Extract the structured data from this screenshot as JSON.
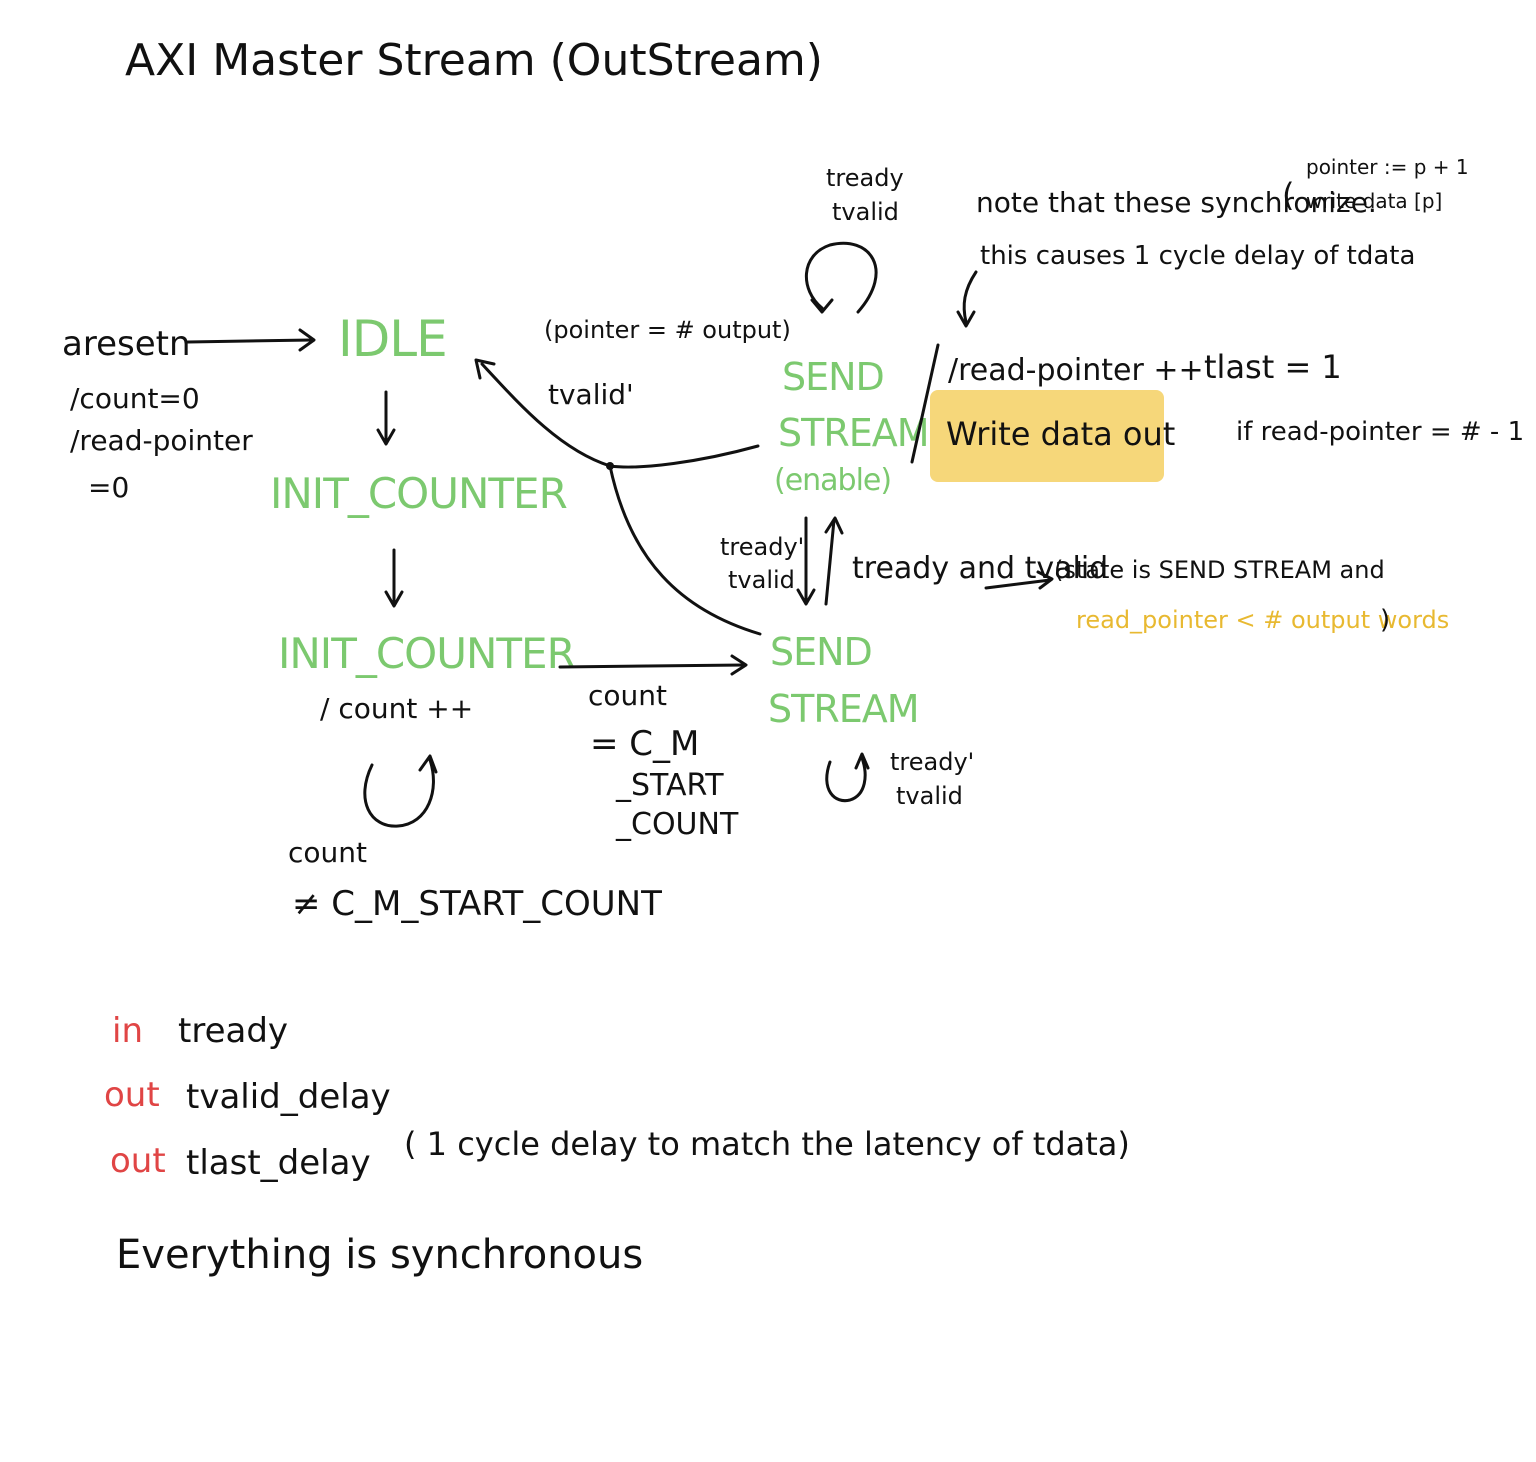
{
  "title": "AXI Master Stream (OutStream)",
  "colors": {
    "state": "#7cc96f",
    "ink": "#111111",
    "io_keyword": "#e04545",
    "condition_highlight": "#e8b931",
    "marker_highlight": "#f6d77a"
  },
  "states": {
    "idle": "IDLE",
    "init_counter_1": "INIT_COUNTER",
    "init_counter_2": "INIT_COUNTER",
    "send_stream_enable_line1": "SEND",
    "send_stream_enable_line2": "STREAM",
    "send_stream_enable_line3": "(enable)",
    "send_stream_line1": "SEND",
    "send_stream_line2": "STREAM"
  },
  "reset": {
    "signal": "aresetn",
    "action_line1": "/count=0",
    "action_line2": "/read-pointer",
    "action_line3": "=0"
  },
  "transitions": {
    "init_loop_action": "/ count ++",
    "init_loop_cond_line1": "count",
    "init_loop_cond_line2": "≠ C_M_START_COUNT",
    "init_to_send_line1": "count",
    "init_to_send_line2": "= C_M",
    "init_to_send_line3": "_START",
    "init_to_send_line4": "_COUNT",
    "send_self_line1": "tready'",
    "send_self_line2": "tvalid",
    "enable_self_line1": "tready",
    "enable_self_line2": "tvalid",
    "back_to_idle_line1": "(pointer = # output)",
    "back_to_idle_line2": "tvalid'",
    "enable_to_send_line1": "tready'",
    "enable_to_send_line2": "tvalid",
    "send_to_enable_cond": "tready and tvalid",
    "tvalid_def_prefix": "(state is SEND STREAM and",
    "tvalid_def_highlight": "read_pointer < # output words",
    "tvalid_def_suffix": ")"
  },
  "enable_actions": {
    "line1": "/read-pointer ++",
    "line2": "Write data out",
    "tlast_line1": "tlast = 1",
    "tlast_line2": "if read-pointer = # - 1"
  },
  "notes": {
    "sync_note": "note that these synchronize.",
    "sync_item1": "pointer := p + 1",
    "sync_item2": "write data [p]",
    "delay_note": "this causes 1 cycle delay of tdata"
  },
  "ports": [
    {
      "dir": "in",
      "name": "tready"
    },
    {
      "dir": "out",
      "name": "tvalid_delay"
    },
    {
      "dir": "out",
      "name": "tlast_delay"
    }
  ],
  "ports_note": "( 1 cycle delay to match the latency of tdata)",
  "footer": "Everything is synchronous"
}
